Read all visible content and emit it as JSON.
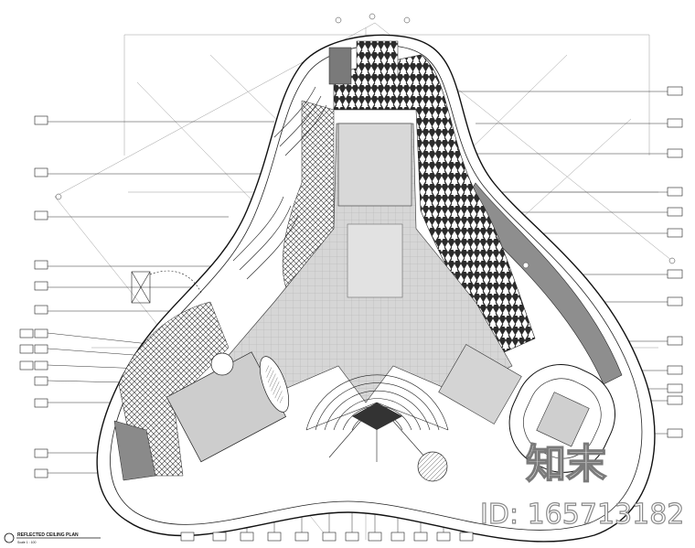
{
  "drawing": {
    "title": "REFLECTED CEILING PLAN",
    "scale": "Scale 1 : 100"
  },
  "watermark": {
    "logo": "知末",
    "id_text": "ID: 165713182"
  },
  "colors": {
    "line": "#222222",
    "hatch_dark": "#3a3a3a",
    "core_gray": "#cfcfcf",
    "band_gray": "#8e8e8e",
    "background": "#ffffff"
  }
}
